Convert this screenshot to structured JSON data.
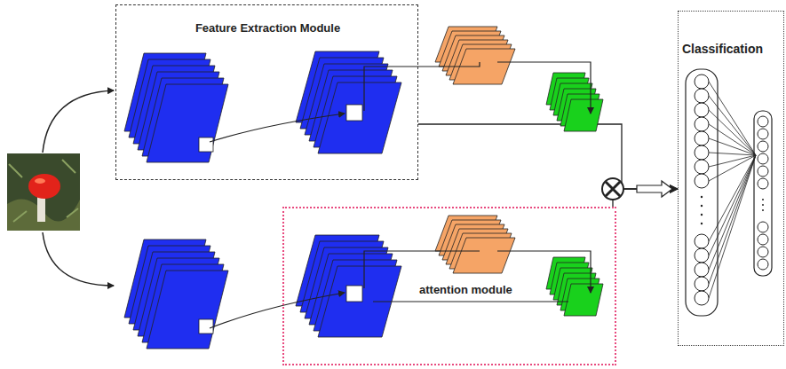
{
  "diagram": {
    "nodes": [
      {
        "text": [
          "Feature Extraction Module"
        ]
      },
      {
        "text": [
          "attention module"
        ]
      },
      {
        "text": [
          "Classification"
        ]
      }
    ],
    "edges": [
      {
        "from": 0,
        "to": 2,
        "arrow": "to"
      },
      {
        "from": 1,
        "to": 2,
        "arrow": "to"
      }
    ]
  }
}
